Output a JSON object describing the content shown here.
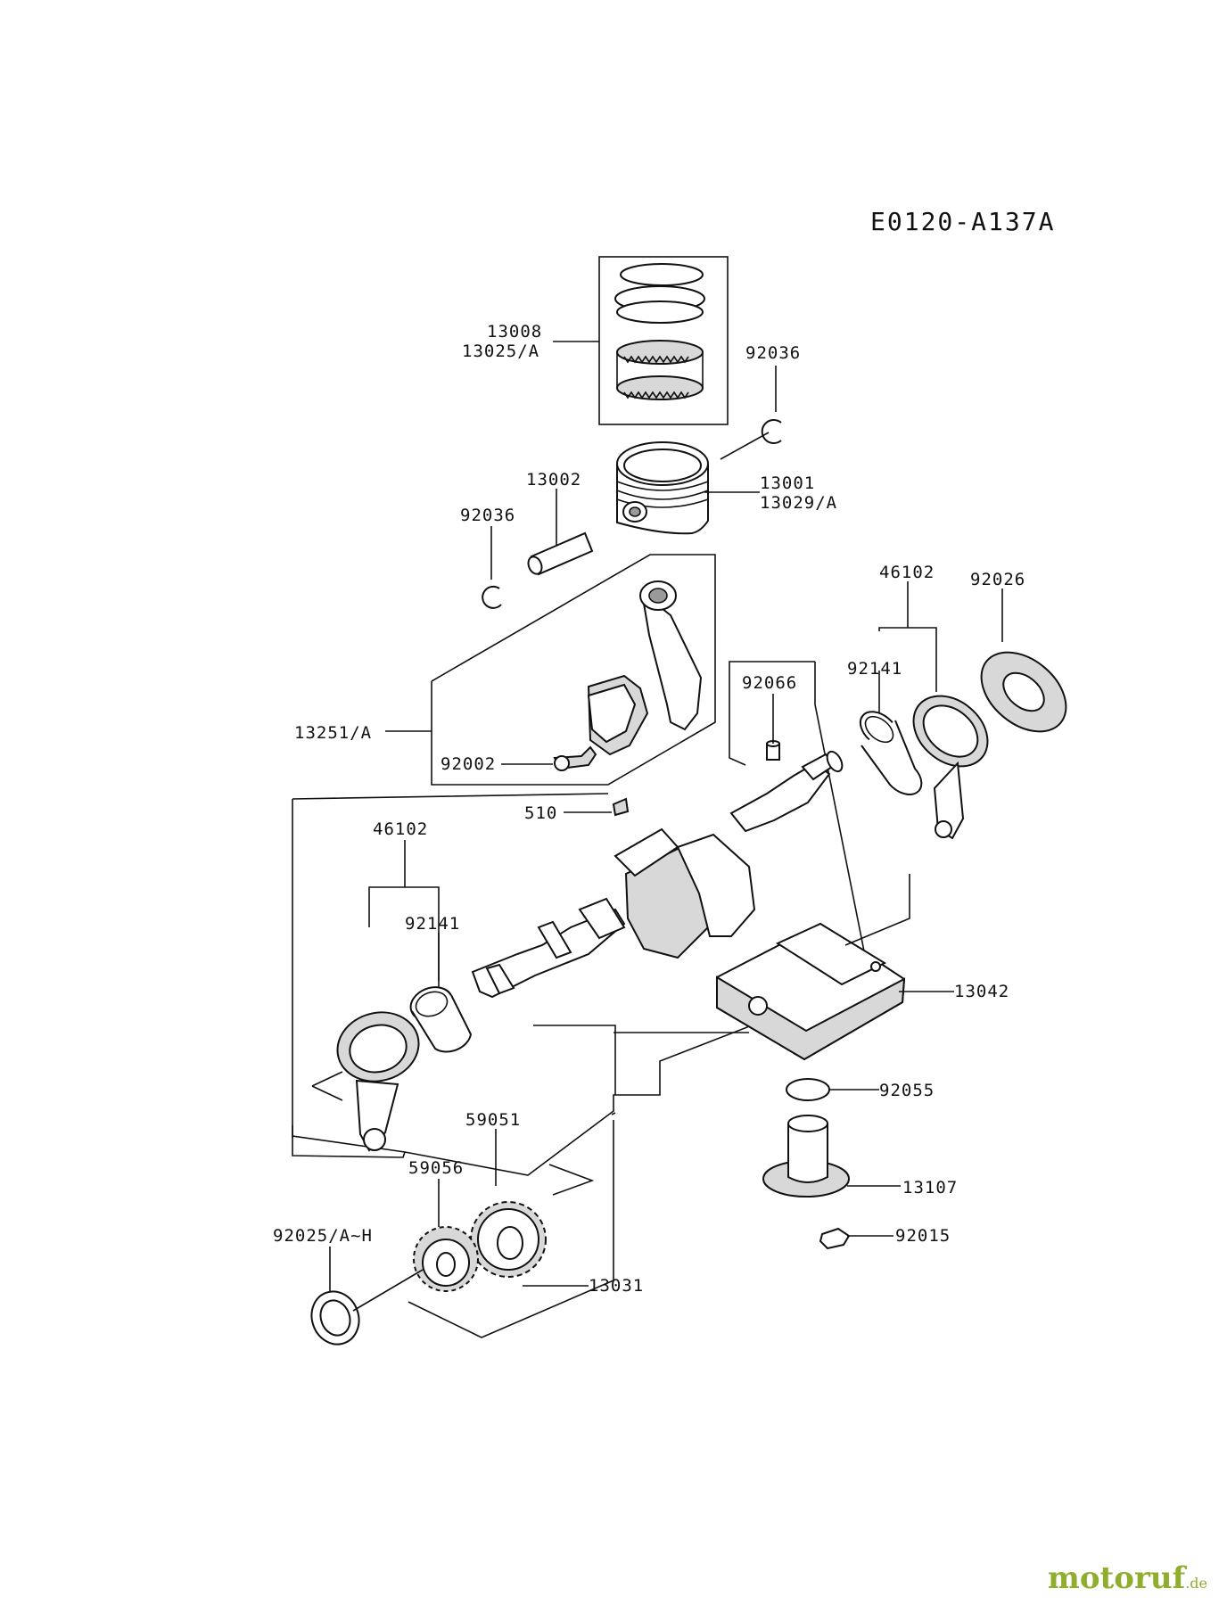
{
  "diagram_code": "E0120-A137A",
  "labels": {
    "l13008": "13008",
    "l13025": "13025/A",
    "l92036a": "92036",
    "l13002": "13002",
    "l92036b": "92036",
    "l13001": "13001",
    "l13029": "13029/A",
    "l46102a": "46102",
    "l92026": "92026",
    "l92141a": "92141",
    "l92066": "92066",
    "l13251": "13251/A",
    "l92002": "92002",
    "l510": "510",
    "l46102b": "46102",
    "l92141b": "92141",
    "l13042": "13042",
    "l92055": "92055",
    "l59051": "59051",
    "l59056": "59056",
    "l13107": "13107",
    "l92025": "92025/A~H",
    "l92015": "92015",
    "l13031": "13031"
  },
  "watermark": {
    "brand": "motoruf",
    "suffix": ".de"
  }
}
